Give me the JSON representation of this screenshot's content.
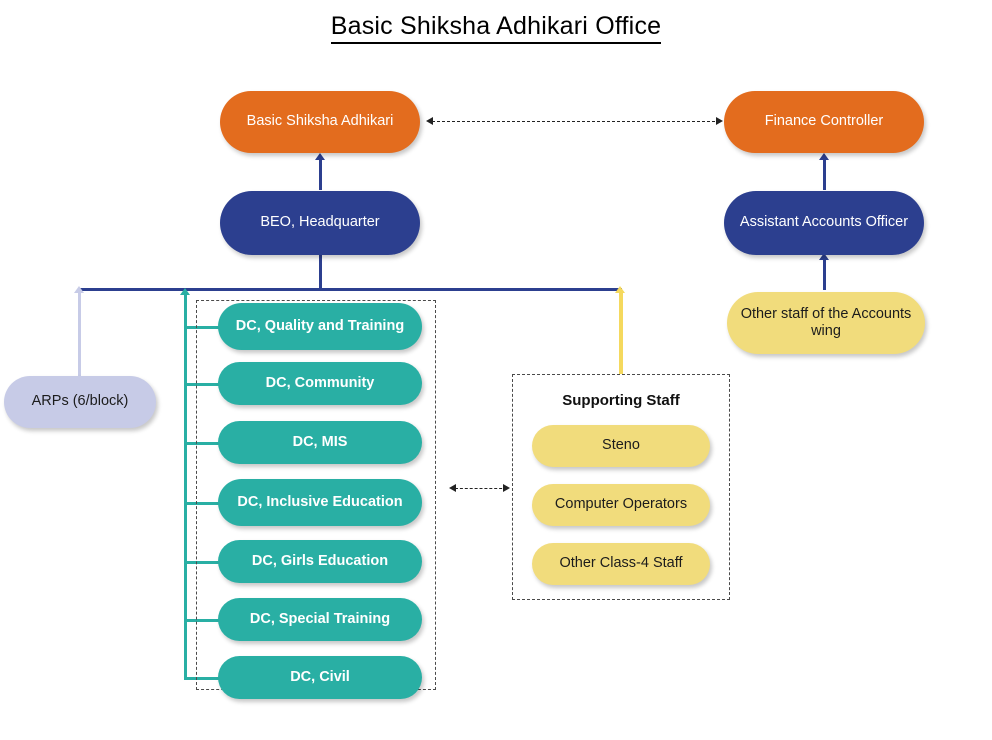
{
  "title": "Basic Shiksha Adhikari Office",
  "colors": {
    "orange": "#e36c1e",
    "blue": "#2c3f8f",
    "teal": "#29afa4",
    "yellow": "#f1dc7c",
    "lavender": "#c7cbe7",
    "connector_yellow": "#f5d95e",
    "dashed_frame": "#4a4a4a",
    "background": "#ffffff",
    "title_text": "#000000"
  },
  "nodes": {
    "basic_shiksha_adhikari": "Basic Shiksha Adhikari",
    "finance_controller": "Finance Controller",
    "beo_headquarter": "BEO, Headquarter",
    "assistant_accounts_officer": "Assistant Accounts Officer",
    "other_staff_accounts_wing": "Other staff of the Accounts wing",
    "arps": "ARPs (6/block)"
  },
  "dc_group": {
    "items": [
      {
        "label": "DC, Quality and Training"
      },
      {
        "label": "DC, Community"
      },
      {
        "label": "DC, MIS"
      },
      {
        "label": "DC, Inclusive Education"
      },
      {
        "label": "DC, Girls Education"
      },
      {
        "label": "DC, Special Training"
      },
      {
        "label": "DC, Civil"
      }
    ]
  },
  "supporting_staff": {
    "title": "Supporting Staff",
    "items": [
      {
        "label": "Steno"
      },
      {
        "label": "Computer Operators"
      },
      {
        "label": "Other Class-4 Staff"
      }
    ]
  }
}
